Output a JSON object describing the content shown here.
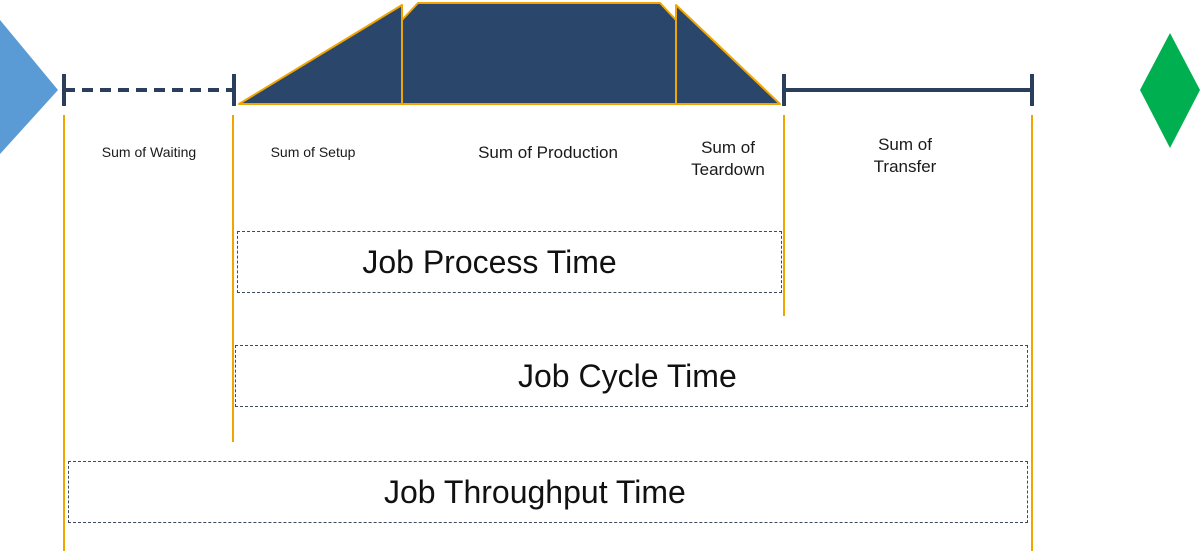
{
  "colors": {
    "stage_fill": "#2b466b",
    "stage_outline": "#f0a500",
    "guide_line": "#f0a500",
    "timeline": "#2b3f5c",
    "start_arrow": "#5b9bd5",
    "end_diamond": "#00b050",
    "box_border": "#3b4a5c"
  },
  "start_marker": {
    "icon": "right-pointing-triangle"
  },
  "end_marker": {
    "icon": "diamond"
  },
  "segments": {
    "waiting": "Sum of Waiting",
    "setup": "Sum of Setup",
    "production": "Sum of Production",
    "teardown": "Sum of\nTeardown",
    "transfer": "Sum of\nTransfer"
  },
  "spans": {
    "process": "Job Process Time",
    "cycle": "Job Cycle Time",
    "throughput": "Job Throughput Time"
  }
}
